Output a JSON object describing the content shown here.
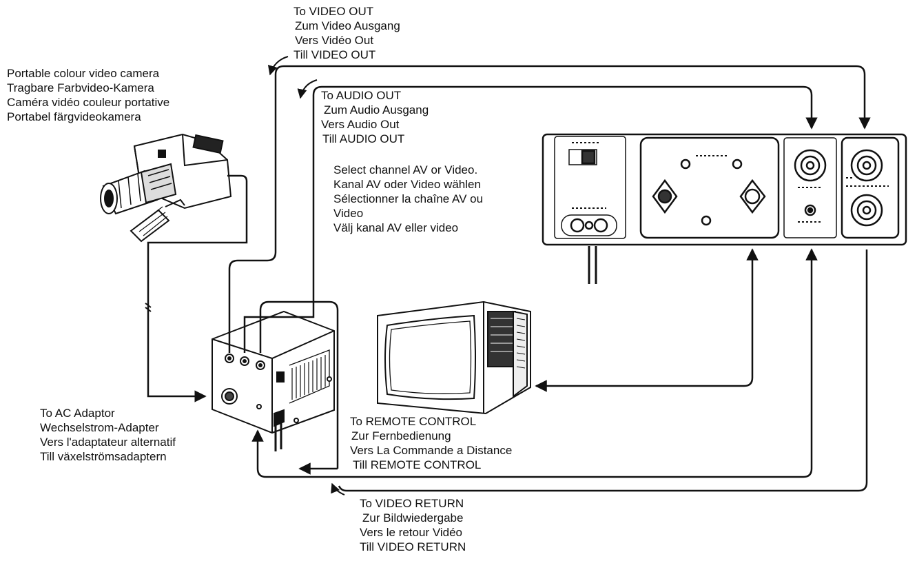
{
  "labels": {
    "video_out": [
      "To VIDEO OUT",
      "Zum Video Ausgang",
      "Vers Vidéo Out",
      "Till VIDEO OUT"
    ],
    "audio_out": [
      "To AUDIO OUT",
      "Zum Audio Ausgang",
      "Vers Audio Out",
      "Till AUDIO OUT"
    ],
    "camera": [
      "Portable colour video camera",
      "Tragbare Farbvideo-Kamera",
      "Caméra vidéo couleur portative",
      "Portabel färgvideokamera"
    ],
    "select_channel": [
      "Select channel AV or Video.",
      "Kanal AV oder Video wählen",
      "Sélectionner la chaîne AV ou",
      "Video",
      "Välj kanal AV eller video"
    ],
    "ac_adaptor": [
      "To AC Adaptor",
      "Wechselstrom-Adapter",
      "Vers l'adaptateur alternatif",
      "Till växelströmsadaptern"
    ],
    "remote_control": [
      "To REMOTE CONTROL",
      "Zur Fernbedienung",
      "Vers La Commande a Distance",
      "Till REMOTE CONTROL"
    ],
    "video_return": [
      "To VIDEO RETURN",
      "Zur Bildwiedergabe",
      "Vers le retour Vidéo",
      "Till VIDEO RETURN"
    ]
  },
  "colors": {
    "ink": "#111111",
    "paper": "#ffffff",
    "panel_fill": "#f4f4f4"
  },
  "devices": [
    "portable-video-camera",
    "ac-adaptor",
    "television",
    "video-recorder-rear-panel"
  ]
}
